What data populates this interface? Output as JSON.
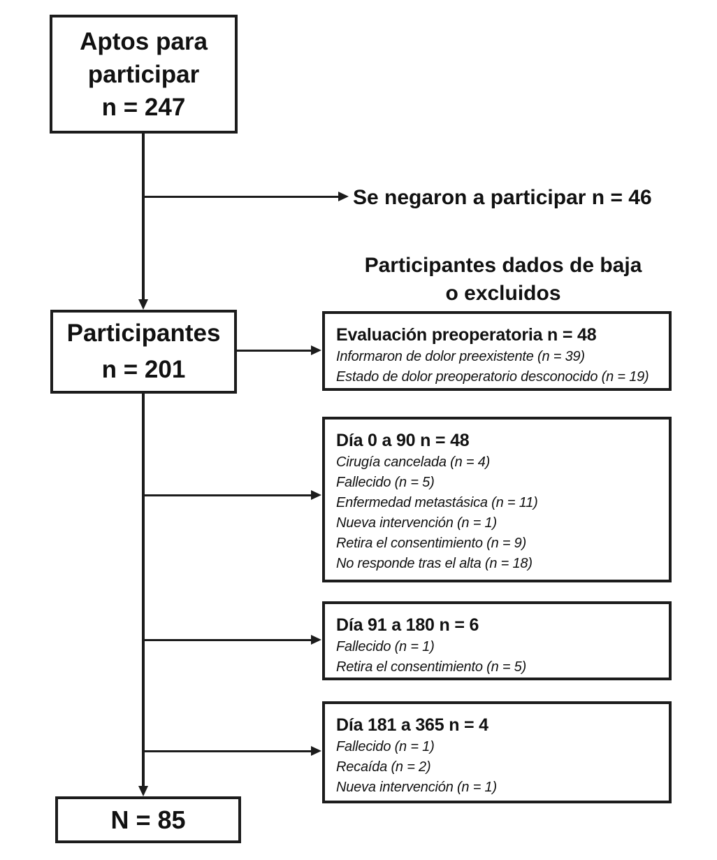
{
  "flowchart": {
    "colors": {
      "ink": "#1c1c1c",
      "background": "#ffffff"
    },
    "eligible_box": {
      "line1": "Aptos para",
      "line2": "participar",
      "line3": "n = 247"
    },
    "refused_label": "Se negaron a participar n = 46",
    "withdrawn_heading": {
      "line1": "Participantes dados de baja",
      "line2": "o excluidos"
    },
    "participants_box": {
      "line1": "Participantes",
      "line2": "n = 201"
    },
    "final_box": {
      "label": "N = 85"
    },
    "exclusion_boxes": [
      {
        "title": "Evaluación preoperatoria n = 48",
        "items": [
          "Informaron de dolor preexistente (n = 39)",
          "Estado de dolor preoperatorio desconocido (n = 19)"
        ]
      },
      {
        "title": "Día 0 a 90 n = 48",
        "items": [
          "Cirugía cancelada (n = 4)",
          "Fallecido (n = 5)",
          "Enfermedad metastásica (n = 11)",
          "Nueva intervención (n = 1)",
          "Retira el consentimiento (n = 9)",
          "No responde tras el alta (n = 18)"
        ]
      },
      {
        "title": "Día 91 a 180 n = 6",
        "items": [
          "Fallecido (n = 1)",
          "Retira el consentimiento (n = 5)"
        ]
      },
      {
        "title": "Día 181 a 365 n = 4",
        "items": [
          "Fallecido (n = 1)",
          "Recaída (n = 2)",
          "Nueva intervención (n = 1)"
        ]
      }
    ]
  }
}
